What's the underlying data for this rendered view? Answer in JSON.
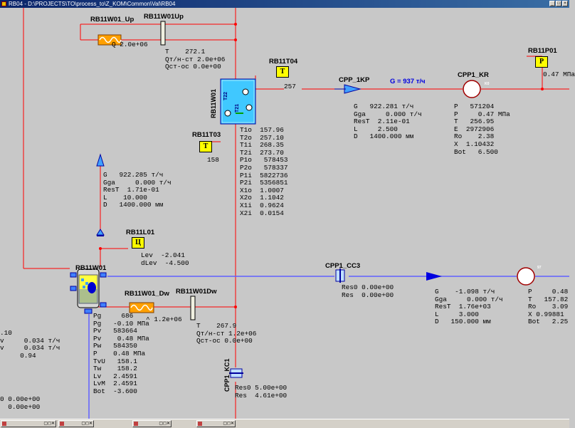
{
  "window": {
    "title": "RB04 - D:\\PROJECTS\\TO\\process_to\\Z_KOM\\Common\\Val\\RB04"
  },
  "labels": {
    "rb11w01_up": "RB11W01_Up",
    "rb11w01up": "RB11W01Up",
    "rb11t04": "RB11T04",
    "cpp_1kp": "CPP_1KP",
    "cpp1_kr": "CPP1_KR",
    "rb11p01": "RB11P01",
    "rb11t03": "RB11T03",
    "rb11w01_hx": "RB11W01",
    "rb11l01": "RB11L01",
    "rb11w01": "RB11W01",
    "cpp1_cc3": "CPP1_CC3",
    "rb11w01_dw": "RB11W01_Dw",
    "rb11w01dw": "RB11W01Dw",
    "cpp1_kc1": "CPP1_KC1",
    "g_flow": "G = 937 т/ч",
    "t122": "T22",
    "t121": "T21",
    "tag_k0": "K0",
    "tag_97": "97"
  },
  "sensors": {
    "t04": "T",
    "t03": "T",
    "l01": "Ц",
    "p01": "P"
  },
  "readouts": {
    "q_up": "Q 2.0e+06",
    "up_block": "T    272.1\nQт/н-ст 2.0e+06\nQст-ос 0.0e+00",
    "t04_val": "257",
    "t03_val": "158",
    "p01_val": "0.47 МПа",
    "hx_block": "T1o  157.96\nT2o  257.10\nT1i  268.35\nT2i  273.70\nP1o   578453\nP2o   578337\nP1i  5822736\nP2i  5356851\nX1o  1.0007\nX2o  1.1042\nX1i  0.9624\nX2i  0.0154",
    "flow_kp": "G   922.281 т/ч\nGga     0.000 т/ч\nResT  2.11e-01\nL     2.500\nD   1400.000 мм",
    "kr_block": "P   571204\nP     0.47 МПа\nT   256.95\nE  2972906\nRo    2.38\nX  1.10432\nBot   6.500",
    "flow_left": "G   922.285 т/ч\nGga     0.000 т/ч\nResT  1.71e-01\nL    10.000\nD   1400.000 мм",
    "lev_block": "Lev  -2.041\ndLev  -4.500",
    "cc3_res": "Res0 0.00e+00\nRes  0.00e+00",
    "flow_right": "G    -1.098 т/ч\nGga     0.000 т/ч\nResT  1.76e+03\nL     3.000\nD   150.000 мм",
    "right_node": "P     0.48\nT   157.82\nRo    3.09\nX 0.99881\nBot   2.25",
    "dw_q": "^ 1.2e+06",
    "dw_block": "T    267.9\nQт/н-ст 1.2e+06\nQст-ос 0.0e+00",
    "boiler_block": "Pg     686\nPg   -0.10 МПа\nPv   583664\nPv    0.48 МПа\nPw   584350\nP    0.48 МПа\nTvU   158.1\nTw    158.2\nLv   2.4591\nLvM  2.4591\nBot  -3.600",
    "kc1_res": "Res0 5.00e+00\nRes  4.61e+00",
    "left_cut": ".10\nv     0.034 т/ч\nv     0.034 т/ч\n     0.94",
    "left_cut2": "0 0.00e+00\n  0.00e+00"
  },
  "colors": {
    "pipe": "#ff0000",
    "water": "#6060ff",
    "sensor": "#ffff00",
    "hx": "#40c8ff"
  }
}
